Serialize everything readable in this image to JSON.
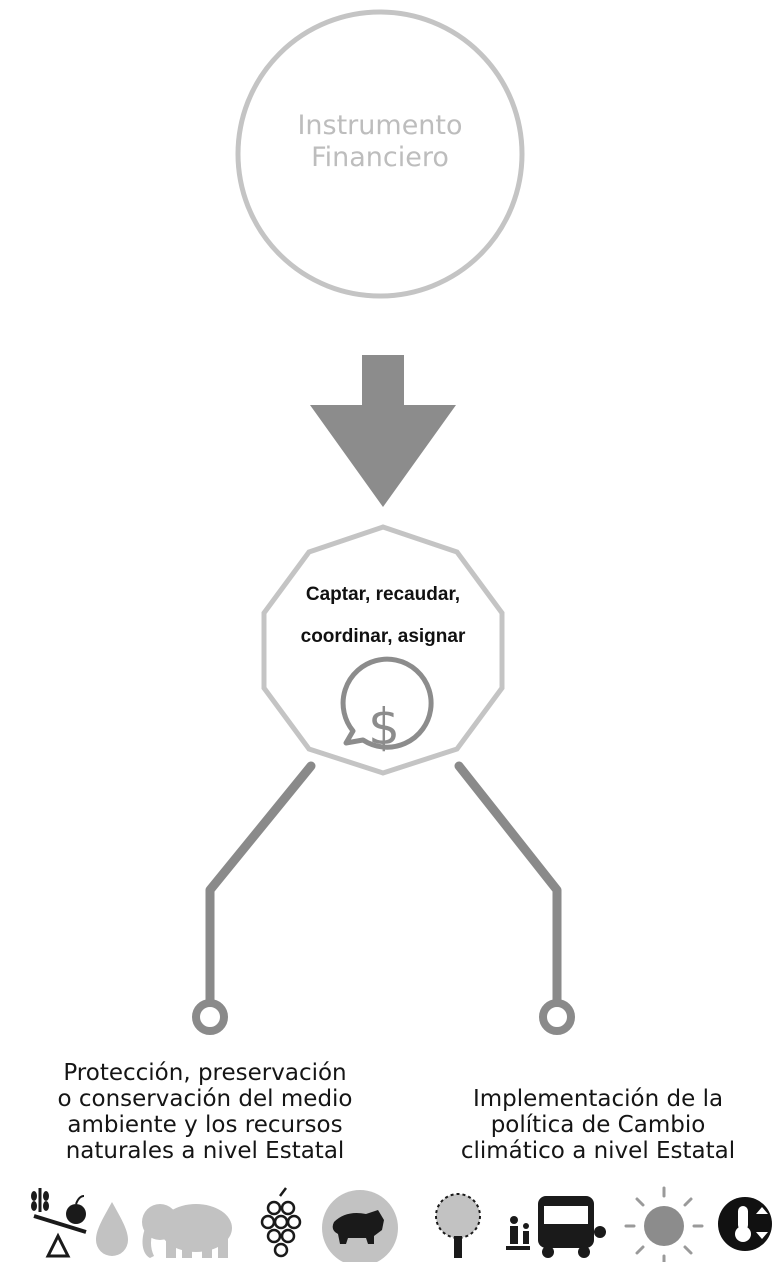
{
  "top_node": {
    "line1": "Instrumento",
    "line2": "Financiero"
  },
  "hub": {
    "line1": "Captar, recaudar,",
    "line2": "coordinar, asignar",
    "icon": "dollar-speech-bubble-icon"
  },
  "left_branch": {
    "lines": [
      "Protección, preservación",
      "o conservación del medio",
      "ambiente y los recursos",
      "naturales a nivel Estatal"
    ],
    "icons": [
      "balance-food-icon",
      "water-drop-icon",
      "elephant-icon",
      "grapes-icon",
      "pig-icon"
    ]
  },
  "right_branch": {
    "lines": [
      "Implementación de la",
      "política de Cambio",
      "climático a nivel Estatal"
    ],
    "icons": [
      "tree-icon",
      "bus-stop-icon",
      "sun-icon",
      "thermometer-icon"
    ]
  },
  "colors": {
    "circle": "#c4c4c4",
    "arrow": "#8c8c8c",
    "hub_outline": "#c4c4c4",
    "connectors": "#8a8a8a",
    "icon_dark": "#1a1a1a",
    "icon_light": "#c2c2c2"
  }
}
